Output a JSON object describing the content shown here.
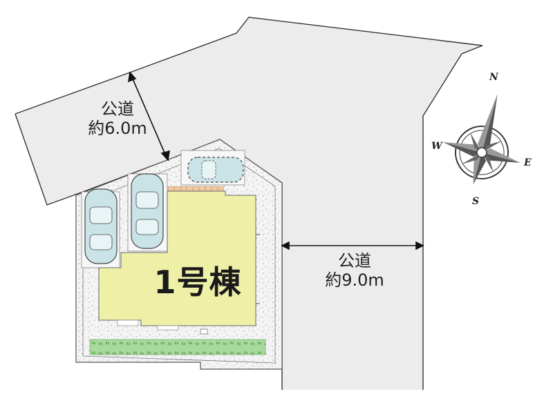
{
  "roads": {
    "north_road": {
      "name": "公道",
      "width": "約6.0m"
    },
    "east_road": {
      "name": "公道",
      "width": "約9.0m"
    }
  },
  "building": {
    "label": "1号棟"
  },
  "compass": {
    "n": "N",
    "e": "E",
    "s": "S",
    "w": "W"
  },
  "colors": {
    "road": "#ececec",
    "road_edge": "#333333",
    "building": "#eef0a8",
    "gravel": "#f2f2f2",
    "garden": "#a5d89a",
    "tile": "#e8b48a",
    "car_body": "#c9e3e6"
  }
}
